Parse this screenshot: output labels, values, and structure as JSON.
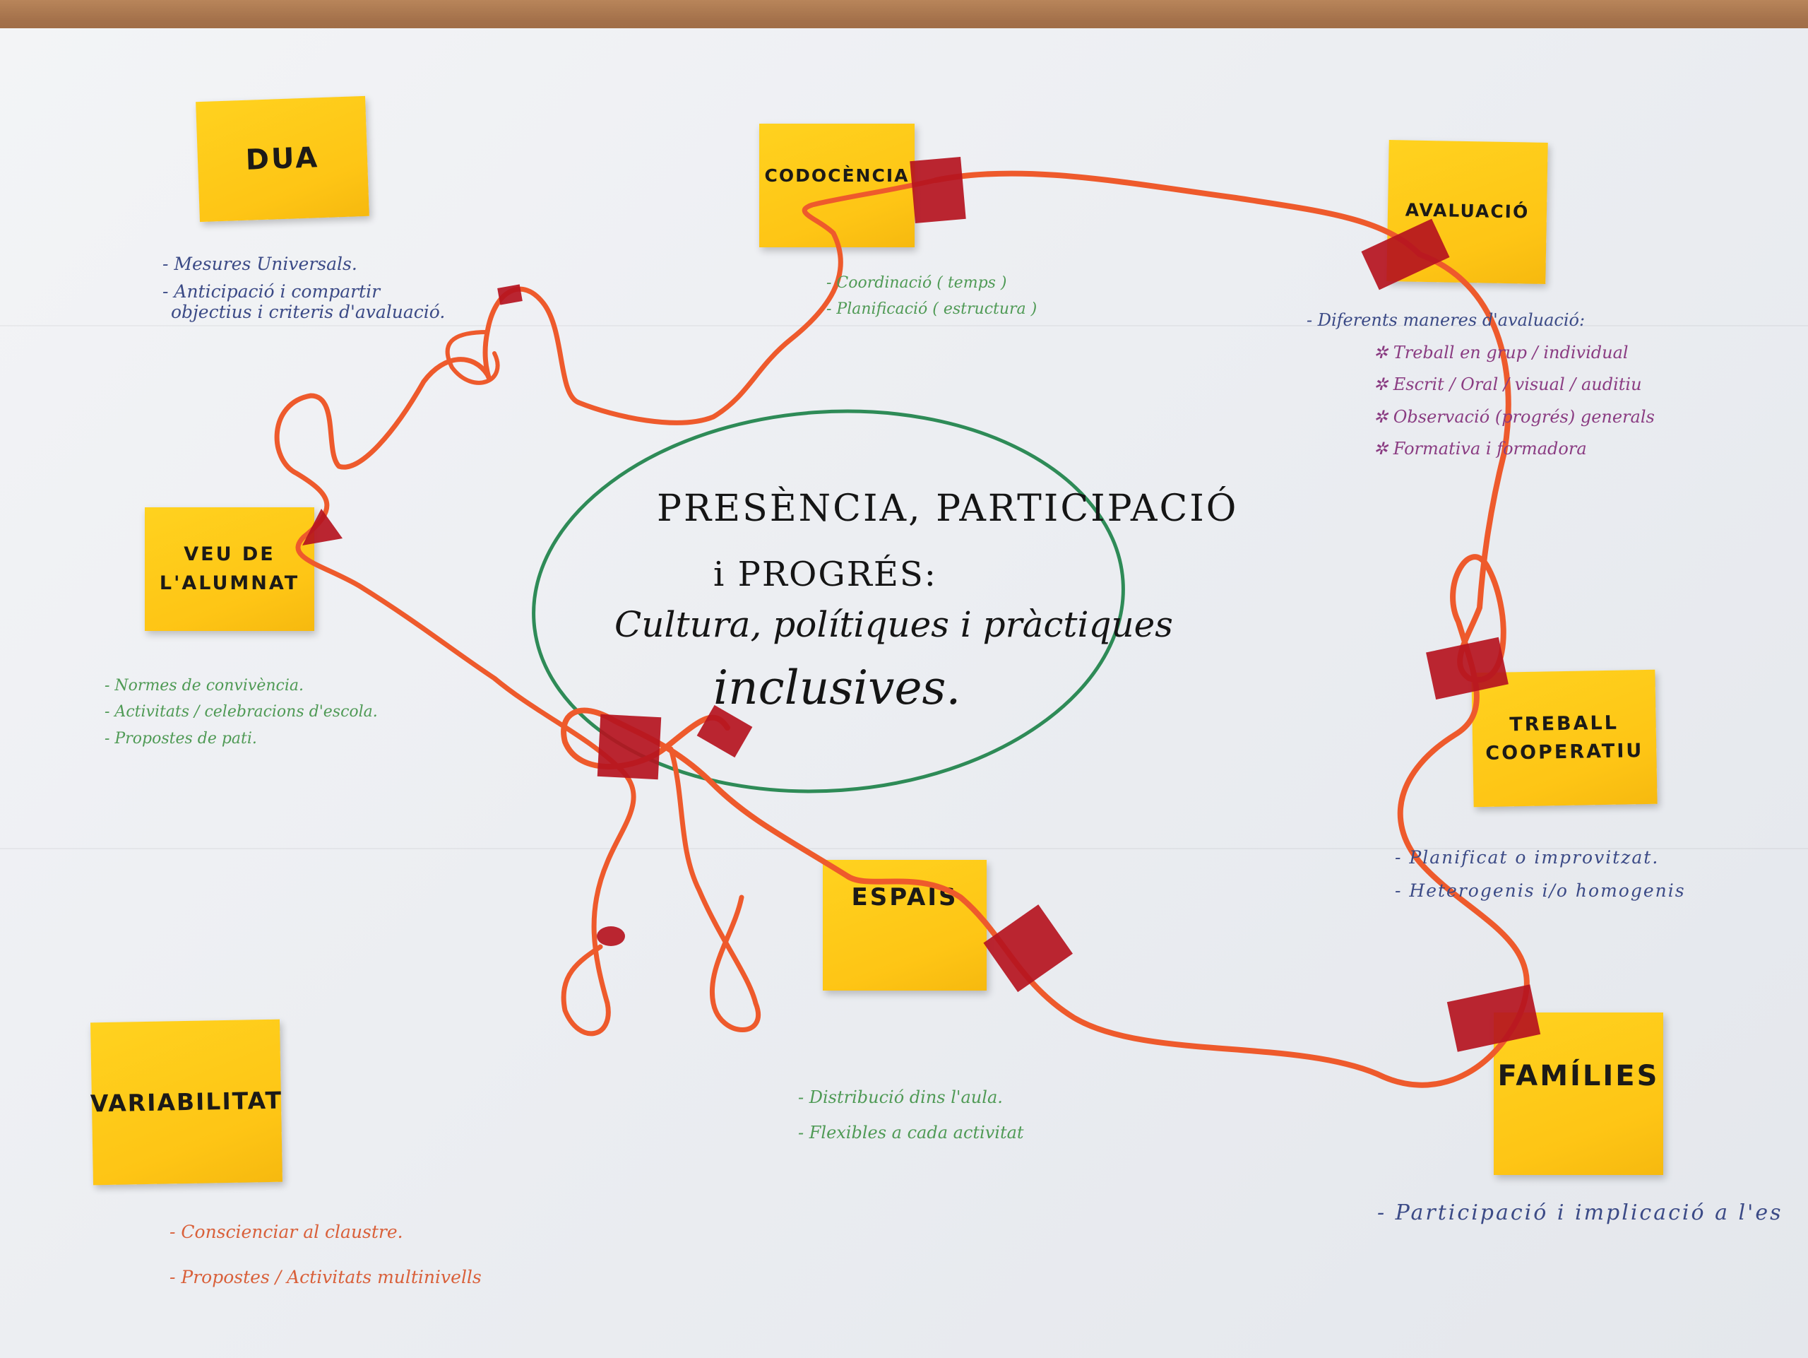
{
  "poster": {
    "center": {
      "line1": "PRESÈNCIA, PARTICIPACIÓ",
      "line2": "i PROGRÉS:",
      "line3": "Cultura, polítiques i pràctiques",
      "line4": "inclusives."
    },
    "notes": {
      "dua": "DUA",
      "codocencia": "CODOCÈNCIA",
      "avaluacio": "AVALUACIÓ",
      "veu": "VEU DE\nL'ALUMNAT",
      "treball": "TREBALL\nCOOPERATIU",
      "espais": "ESPAIS",
      "variabilitat": "VARIABILITAT",
      "families": "FAMÍLIES"
    },
    "annotations": {
      "dua": [
        "- Mesures Universals.",
        "- Anticipació i compartir",
        "objectius i criteris d'avaluació."
      ],
      "codocencia": [
        "- Coordinació ( temps )",
        "- Planificació ( estructura )"
      ],
      "avaluacio": [
        "- Diferents maneres d'avaluació:",
        "✲ Treball en grup / individual",
        "✲ Escrit / Oral / visual / auditiu",
        "✲ Observació (progrés) generals",
        "✲ Formativa i formadora"
      ],
      "veu": [
        "- Normes de convivència.",
        "- Activitats / celebracions d'escola.",
        "- Propostes de pati."
      ],
      "treball": [
        "- Planificat o improvitzat.",
        "- Heterogenis i/o homogenis"
      ],
      "espais": [
        "- Distribució dins l'aula.",
        "- Flexibles a cada activitat"
      ],
      "variabilitat": [
        "- Conscienciar al claustre.",
        "- Propostes / Activitats multinivells"
      ],
      "families": [
        "- Participació i implicació a l'es"
      ]
    }
  },
  "colors": {
    "sticky": "#fec515",
    "string": "#ee5a2c",
    "tape": "#b5131f",
    "ellipse": "#2e8b57"
  }
}
